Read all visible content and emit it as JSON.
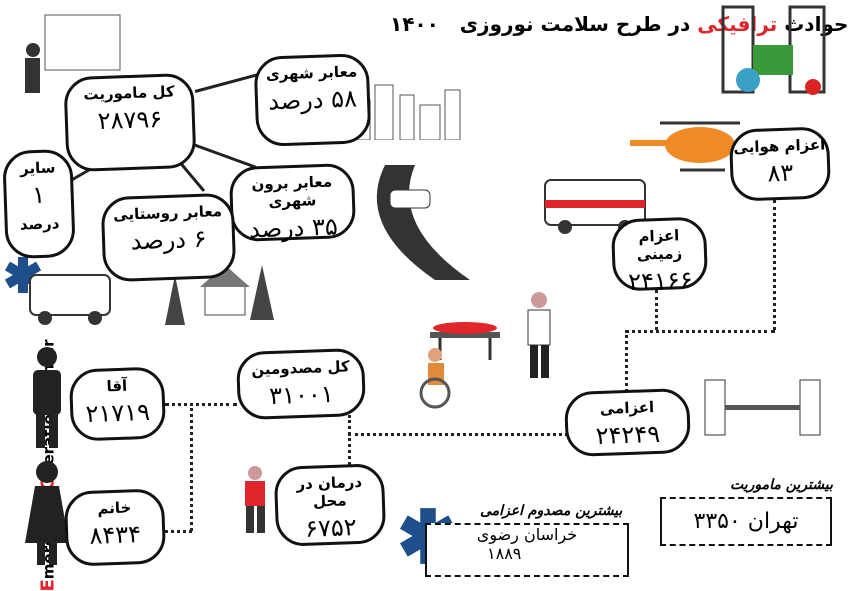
{
  "title": {
    "part1": "حوادث",
    "part2": "ترافیکی",
    "part3": "در طرح سلامت نوروزی",
    "year": "۱۴۰۰"
  },
  "side_text": {
    "E": "E",
    "w1": "mergency ",
    "O": "O",
    "w2": "peration ",
    "C": "C",
    "w3": "enter"
  },
  "total_missions": {
    "label": "کل ماموریت",
    "value": "۲۸۷۹۶"
  },
  "urban": {
    "label": "معابر شهری",
    "value": "۵۸ درصد"
  },
  "suburban": {
    "label": "معابر برون شهری",
    "value": "۳۵ درصد"
  },
  "rural": {
    "label": "معابر روستایی",
    "value": "۶ درصد"
  },
  "other": {
    "label": "سایر",
    "value": "۱",
    "unit": "درصد"
  },
  "air": {
    "label": "اعزام هوایی",
    "value": "۸۳"
  },
  "ground": {
    "label": "اعزام زمینی",
    "value": "۲۴۱۶۶"
  },
  "injured": {
    "label": "کل مصدومین",
    "value": "۳۱۰۰۱"
  },
  "male": {
    "label": "آقا",
    "value": "۲۱۷۱۹"
  },
  "female": {
    "label": "خانم",
    "value": "۸۴۳۴"
  },
  "onsite": {
    "label": "درمان در محل",
    "value": "۶۷۵۲"
  },
  "dispatched": {
    "label": "اعزامی",
    "value": "۲۴۲۴۹"
  },
  "most_missions": {
    "label": "بیشترین ماموریت",
    "value": "تهران ۳۳۵۰"
  },
  "most_dispatched": {
    "label": "بیشترین مصدوم اعزامی",
    "province": "خراسان رضوی",
    "value": "۱۸۸۹"
  },
  "colors": {
    "accent": "#e0262b",
    "star_of_life": "#1f4e8c",
    "helicopter": "#f08a24"
  }
}
